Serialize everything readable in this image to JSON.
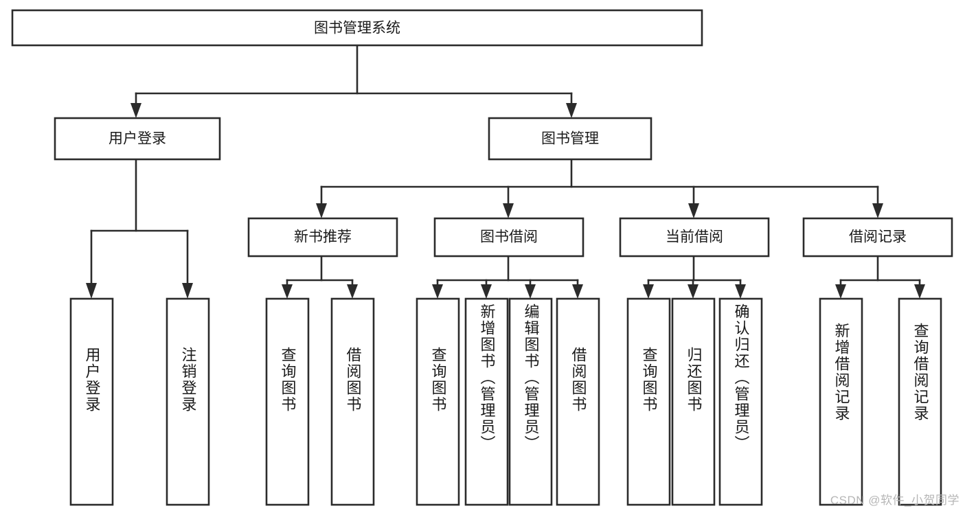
{
  "diagram": {
    "type": "tree-hierarchy-chart",
    "title": "图书管理系统",
    "watermark": "CSDN @软件_小贺同学",
    "colors": {
      "stroke": "#2b2b2b",
      "fill": "#ffffff",
      "text": "#1a1a1a",
      "watermark": "#b6b6b6"
    },
    "levels": {
      "root": {
        "label": "图书管理系统"
      },
      "level2": [
        {
          "label": "用户登录"
        },
        {
          "label": "图书管理"
        }
      ],
      "level3": [
        {
          "label": "新书推荐"
        },
        {
          "label": "图书借阅"
        },
        {
          "label": "当前借阅"
        },
        {
          "label": "借阅记录"
        }
      ],
      "leaves": {
        "user_login": [
          {
            "label": "用户登录"
          },
          {
            "label": "注销登录"
          }
        ],
        "new_book_recommend": [
          {
            "label": "查询图书"
          },
          {
            "label": "借阅图书"
          }
        ],
        "book_borrow": [
          {
            "label": "查询图书"
          },
          {
            "label": "新增图书（管理员）"
          },
          {
            "label": "编辑图书（管理员）"
          },
          {
            "label": "借阅图书"
          }
        ],
        "current_borrow": [
          {
            "label": "查询图书"
          },
          {
            "label": "归还图书"
          },
          {
            "label": "确认归还（管理员）"
          }
        ],
        "borrow_record": [
          {
            "label": "新增借阅记录"
          },
          {
            "label": "查询借阅记录"
          }
        ]
      }
    }
  }
}
